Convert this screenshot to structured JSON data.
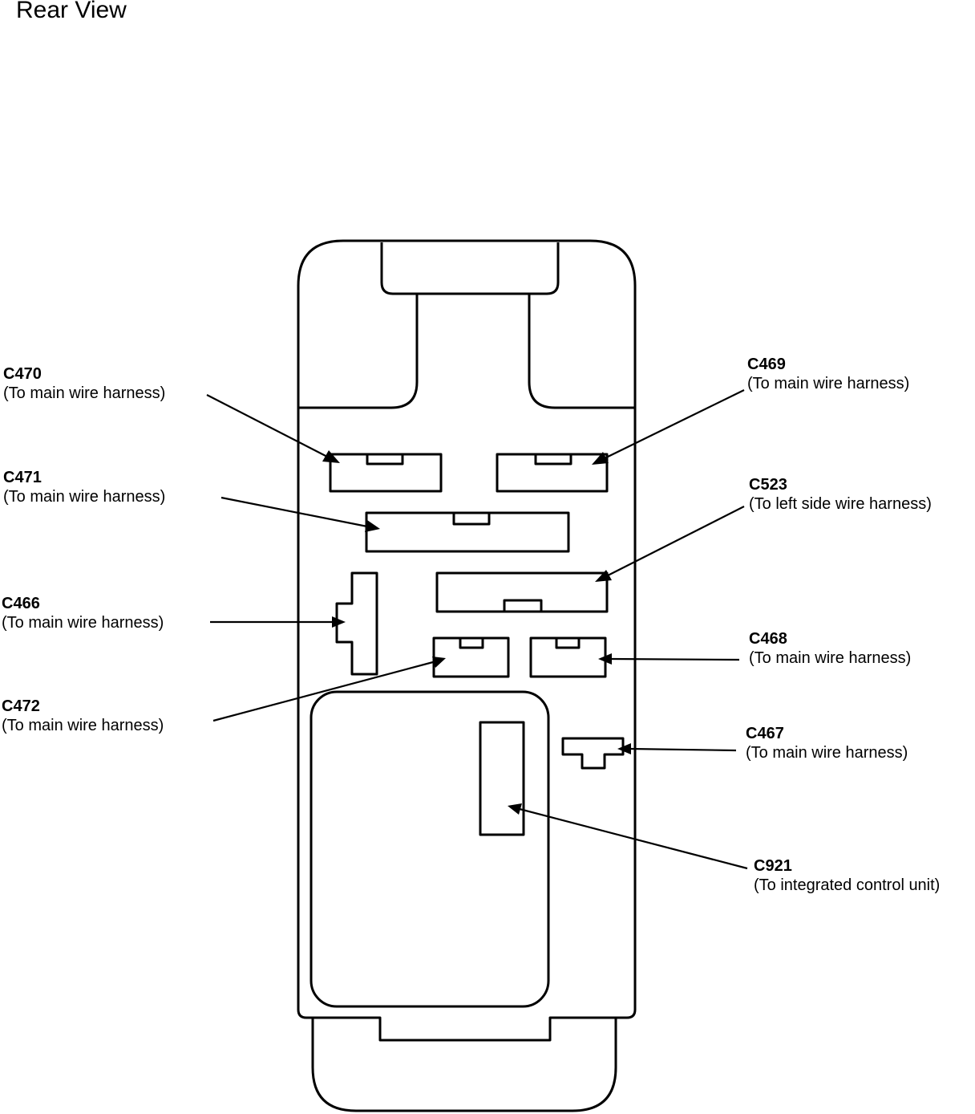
{
  "title": "Rear View",
  "connectors": {
    "c470": {
      "code": "C470",
      "desc": "(To main wire harness)"
    },
    "c469": {
      "code": "C469",
      "desc": "(To main wire harness)"
    },
    "c471": {
      "code": "C471",
      "desc": "(To main wire harness)"
    },
    "c523": {
      "code": "C523",
      "desc": "(To left side wire harness)"
    },
    "c466": {
      "code": "C466",
      "desc": "(To main wire harness)"
    },
    "c468": {
      "code": "C468",
      "desc": "(To main wire harness)"
    },
    "c472": {
      "code": "C472",
      "desc": "(To main wire harness)"
    },
    "c467": {
      "code": "C467",
      "desc": "(To main wire harness)"
    },
    "c921": {
      "code": "C921",
      "desc": "(To integrated control unit)"
    }
  }
}
